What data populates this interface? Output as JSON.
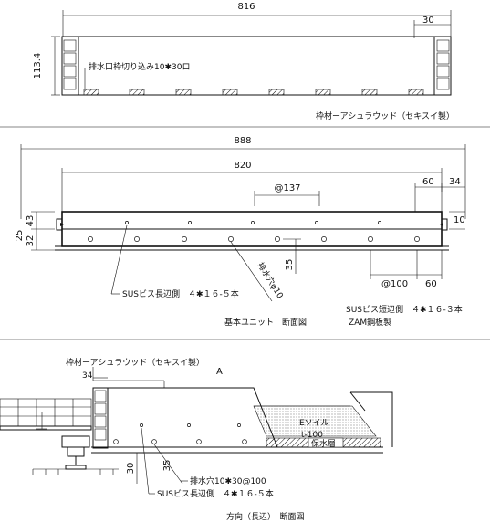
{
  "section1": {
    "dim_total": "816",
    "dim_end": "30",
    "dim_height": "113.4",
    "slot_note": "排水口枠切り込み10✱30ロ",
    "frame_note": "枠材ーアシュラウッド（セキスイ製）"
  },
  "section2": {
    "dim_outer": "888",
    "dim_inner": "820",
    "dim_pitch": "@137",
    "dim_r60": "60",
    "dim_r34": "34",
    "dim_10": "10",
    "dim_43": "43",
    "dim_25": "25",
    "dim_32": "32",
    "dim_35": "35",
    "drain_note": "排水穴φ10",
    "dim_100": "@100",
    "dim_60b": "60",
    "screw_long": "SUSビス長辺側　４✱１６-５本",
    "screw_short": "SUSビス短辺側　４✱１６-３本",
    "caption": "基本ユニット　断面図",
    "zam": "ZAM鋼板製"
  },
  "section3": {
    "frame_note": "枠材ーアシュラウッド（セキスイ製）",
    "dim_34": "34",
    "label_a": "A",
    "soil": "Eソイル",
    "soil_t": "t-100",
    "water_layer": "保水層",
    "dim_30": "30",
    "dim_35": "35",
    "drain_note": "排水穴10✱30@100",
    "screw_long": "SUSビス長辺側　４✱１６-５本",
    "caption": "方向（長辺）　断面図"
  }
}
